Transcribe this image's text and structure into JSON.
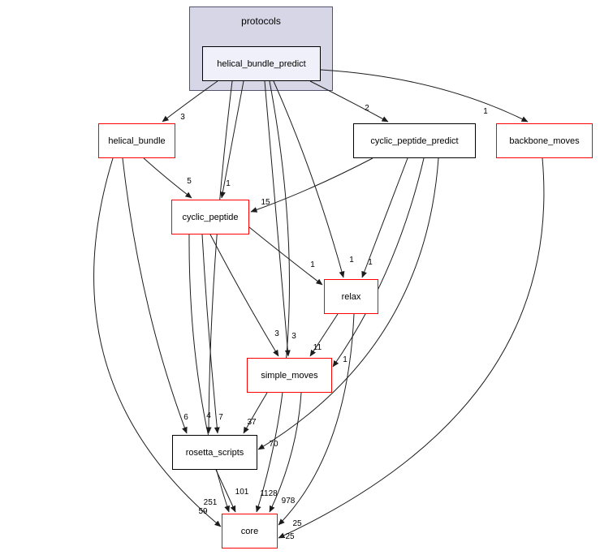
{
  "diagram": {
    "type": "directory-dependency-graph",
    "cluster": {
      "label": "protocols"
    },
    "nodes": [
      {
        "id": "helical_bundle_predict",
        "label": "helical_bundle_predict",
        "accent": "black",
        "in_cluster": true
      },
      {
        "id": "helical_bundle",
        "label": "helical_bundle",
        "accent": "red"
      },
      {
        "id": "cyclic_peptide_predict",
        "label": "cyclic_peptide_predict",
        "accent": "black"
      },
      {
        "id": "backbone_moves",
        "label": "backbone_moves",
        "accent": "red"
      },
      {
        "id": "cyclic_peptide",
        "label": "cyclic_peptide",
        "accent": "red"
      },
      {
        "id": "relax",
        "label": "relax",
        "accent": "red"
      },
      {
        "id": "simple_moves",
        "label": "simple_moves",
        "accent": "red"
      },
      {
        "id": "rosetta_scripts",
        "label": "rosetta_scripts",
        "accent": "black"
      },
      {
        "id": "core",
        "label": "core",
        "accent": "red"
      }
    ],
    "edges": [
      {
        "from": "helical_bundle_predict",
        "to": "helical_bundle",
        "count": "3"
      },
      {
        "from": "helical_bundle_predict",
        "to": "cyclic_peptide_predict",
        "count": "2"
      },
      {
        "from": "helical_bundle_predict",
        "to": "backbone_moves",
        "count": "1"
      },
      {
        "from": "helical_bundle",
        "to": "cyclic_peptide",
        "count": "5"
      },
      {
        "from": "helical_bundle_predict",
        "to": "cyclic_peptide",
        "count": "1"
      },
      {
        "from": "cyclic_peptide_predict",
        "to": "cyclic_peptide",
        "count": "15"
      },
      {
        "from": "cyclic_peptide",
        "to": "relax",
        "count": "1"
      },
      {
        "from": "helical_bundle_predict",
        "to": "relax",
        "count": "1"
      },
      {
        "from": "cyclic_peptide_predict",
        "to": "relax",
        "count": "1"
      },
      {
        "from": "cyclic_peptide",
        "to": "simple_moves",
        "count": "3"
      },
      {
        "from": "helical_bundle_predict",
        "to": "simple_moves",
        "count": "3"
      },
      {
        "from": "relax",
        "to": "simple_moves",
        "count": "11"
      },
      {
        "from": "cyclic_peptide_predict",
        "to": "simple_moves",
        "count": "1"
      },
      {
        "from": "helical_bundle",
        "to": "rosetta_scripts",
        "count": "6"
      },
      {
        "from": "helical_bundle_predict",
        "to": "rosetta_scripts",
        "count": "4"
      },
      {
        "from": "cyclic_peptide",
        "to": "rosetta_scripts",
        "count": "7"
      },
      {
        "from": "simple_moves",
        "to": "rosetta_scripts",
        "count": "37"
      },
      {
        "from": "cyclic_peptide_predict",
        "to": "rosetta_scripts",
        "count": "70"
      },
      {
        "from": "rosetta_scripts",
        "to": "core",
        "count": "101"
      },
      {
        "from": "helical_bundle_predict",
        "to": "core",
        "count": "1128"
      },
      {
        "from": "simple_moves",
        "to": "core",
        "count": "978"
      },
      {
        "from": "relax",
        "to": "core",
        "count": "25"
      },
      {
        "from": "cyclic_peptide",
        "to": "core",
        "count": "251"
      },
      {
        "from": "helical_bundle",
        "to": "core",
        "count": "59"
      },
      {
        "from": "backbone_moves",
        "to": "core",
        "count": "25"
      }
    ]
  },
  "colors": {
    "red_node_border": "#ff0000",
    "black_node_border": "#000000",
    "cluster_fill": "#d6d6e7",
    "cluster_border": "#53536b",
    "inner_node_fill": "#f0f0fa",
    "edge_stroke": "#1c1c1c",
    "background": "#ffffff"
  }
}
